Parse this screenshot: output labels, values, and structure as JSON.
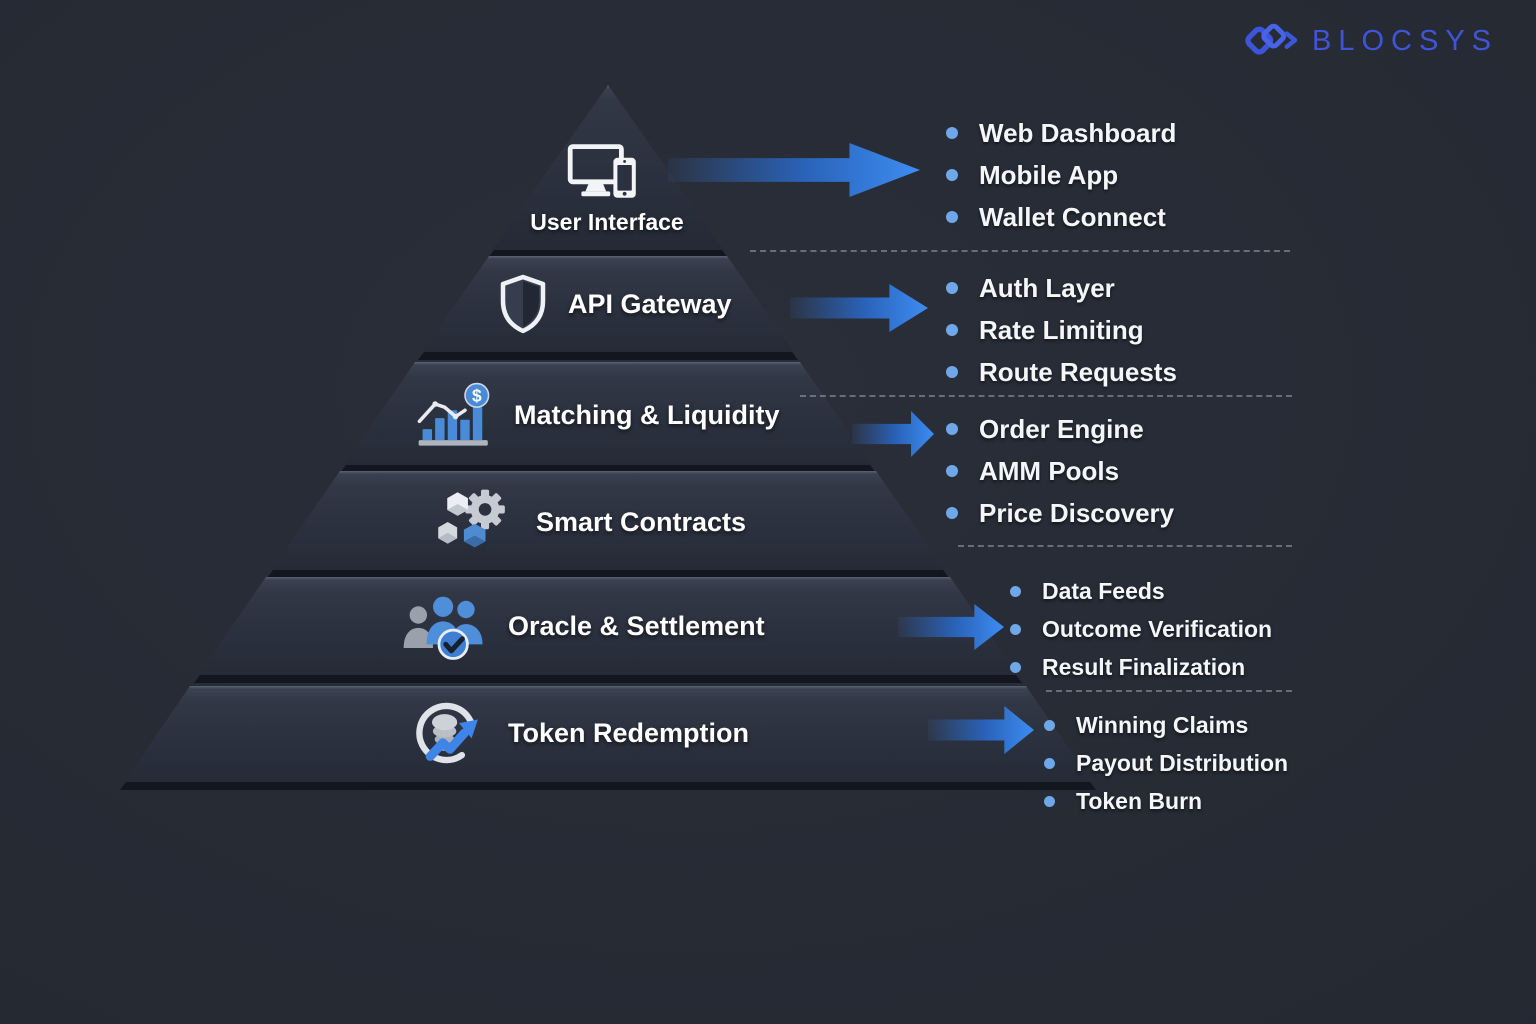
{
  "logo": {
    "text": "BLOCSYS",
    "icon": "interlocked-diamonds-icon",
    "color": "#3e55d8"
  },
  "pyramid": {
    "layers": [
      {
        "label": "User Interface",
        "icon": "monitor-phone-icon",
        "bullets": [
          "Web Dashboard",
          "Mobile App",
          "Wallet Connect"
        ]
      },
      {
        "label": "API Gateway",
        "icon": "shield-icon",
        "bullets": [
          "Auth Layer",
          "Rate Limiting",
          "Route Requests"
        ]
      },
      {
        "label": "Matching & Liquidity",
        "icon": "chart-dollar-icon",
        "bullets": [
          "Order Engine",
          "AMM Pools",
          "Price Discovery"
        ]
      },
      {
        "label": "Smart Contracts",
        "icon": "gear-hexagons-icon",
        "bullets": []
      },
      {
        "label": "Oracle & Settlement",
        "icon": "people-check-icon",
        "bullets": [
          "Data Feeds",
          "Outcome Verification",
          "Result Finalization"
        ]
      },
      {
        "label": "Token Redemption",
        "icon": "coins-arrow-icon",
        "bullets": [
          "Winning Claims",
          "Payout Distribution",
          "Token Burn"
        ]
      }
    ]
  },
  "colors": {
    "background": "#262a33",
    "layer_face": "#2b303d",
    "layer_highlight": "#5a6274",
    "arrow_blue": "#3d8df2",
    "bullet_blue": "#6fa8e8",
    "text": "#ffffff"
  }
}
